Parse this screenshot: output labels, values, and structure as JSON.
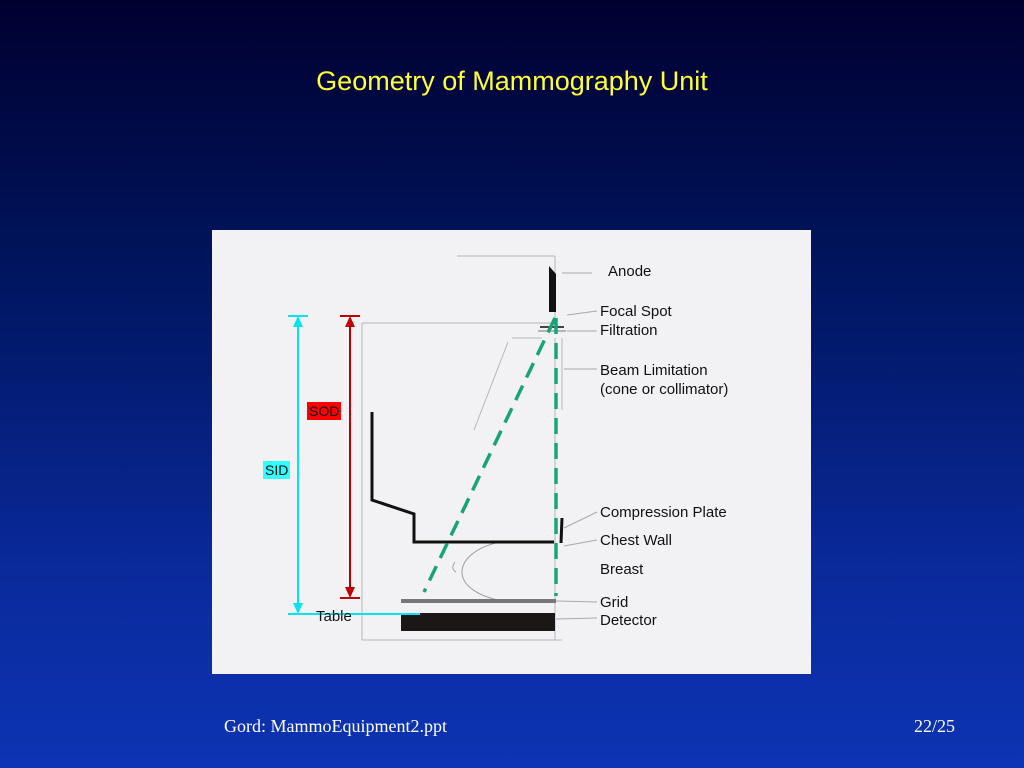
{
  "slide": {
    "title": "Geometry of Mammography Unit",
    "footer_left": "Gord: MammoEquipment2.ppt",
    "footer_right": "22/25"
  },
  "diagram": {
    "labels": {
      "anode": "Anode",
      "focal_spot": "Focal Spot",
      "filtration": "Filtration",
      "beam_limitation_1": "Beam Limitation",
      "beam_limitation_2": "(cone or collimator)",
      "compression_plate": "Compression Plate",
      "chest_wall": "Chest Wall",
      "breast": "Breast",
      "grid": "Grid",
      "detector": "Detector",
      "table": "Table",
      "sod": "SOD",
      "sid": "SID"
    },
    "colors": {
      "sod_line": "#c00000",
      "sod_tag_bg": "#ff0000",
      "sid_line": "#00e5ee",
      "sid_tag_bg": "#33ffff",
      "beam_dash": "#1aa37a",
      "title": "#ffff33"
    }
  }
}
